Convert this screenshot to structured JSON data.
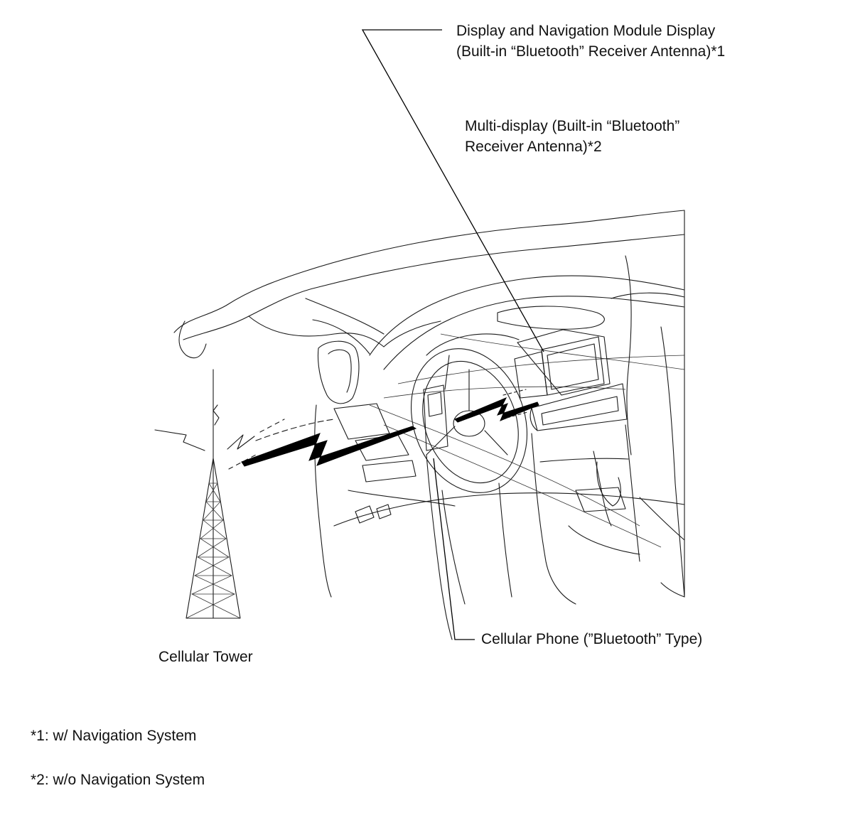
{
  "labels": {
    "nav_display_line1": "Display and Navigation Module Display",
    "nav_display_line2": "(Built-in “Bluetooth” Receiver Antenna)*1",
    "multi_display_line1": "Multi-display (Built-in “Bluetooth”",
    "multi_display_line2": "Receiver Antenna)*2",
    "cellular_phone": "Cellular Phone (”Bluetooth” Type)",
    "cellular_tower": "Cellular Tower"
  },
  "notes": {
    "note1": "*1: w/ Navigation System",
    "note2": "*2: w/o Navigation System"
  }
}
